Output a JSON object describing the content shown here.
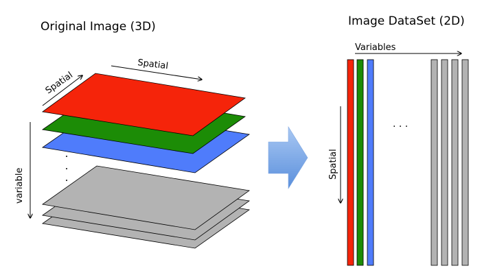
{
  "left_panel": {
    "title": "Original Image (3D)",
    "axis_depth_label": "Spatial",
    "axis_width_label": "Spatial",
    "axis_variable_label": "variable",
    "ellipsis": ". . .",
    "layers": [
      {
        "name": "red-layer",
        "color": "#f5240a"
      },
      {
        "name": "green-layer",
        "color": "#1c8c06"
      },
      {
        "name": "blue-layer",
        "color": "#4f7cfb"
      },
      {
        "name": "gray-layer-1",
        "color": "#b3b3b3"
      },
      {
        "name": "gray-layer-2",
        "color": "#b3b3b3"
      },
      {
        "name": "gray-layer-3",
        "color": "#b3b3b3"
      }
    ]
  },
  "transform_arrow": {
    "color_top": "#a6c6f2",
    "color_bottom": "#5d92de"
  },
  "right_panel": {
    "title": "Image DataSet (2D)",
    "axis_variables_label": "Variables",
    "axis_spatial_label": "Spatial",
    "ellipsis": ". . .",
    "columns": [
      {
        "name": "red-column",
        "color": "#f5240a"
      },
      {
        "name": "green-column",
        "color": "#1c8c06"
      },
      {
        "name": "blue-column",
        "color": "#4f7cfb"
      },
      {
        "name": "gray-column-1",
        "color": "#b3b3b3"
      },
      {
        "name": "gray-column-2",
        "color": "#b3b3b3"
      },
      {
        "name": "gray-column-3",
        "color": "#b3b3b3"
      },
      {
        "name": "gray-column-4",
        "color": "#b3b3b3"
      }
    ]
  }
}
